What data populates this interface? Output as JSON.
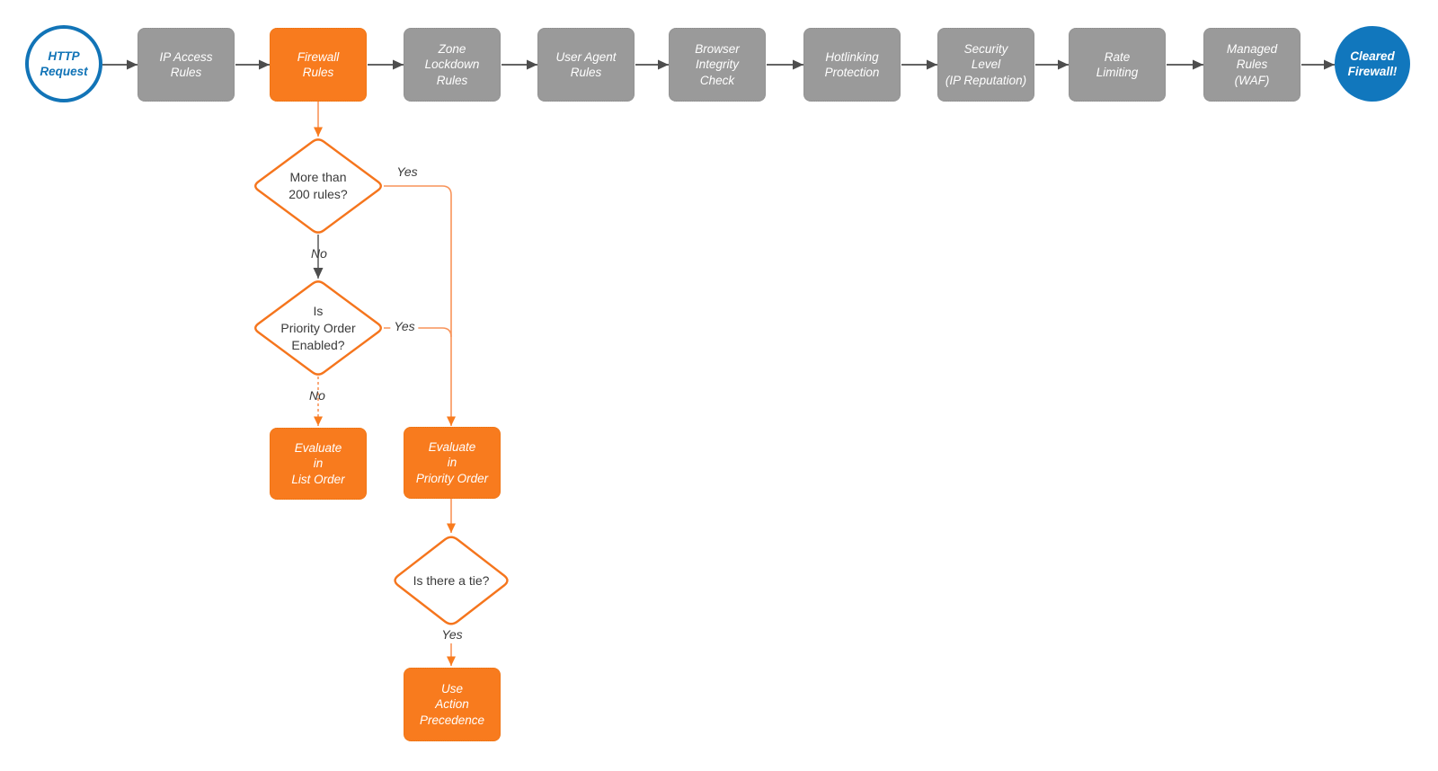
{
  "colors": {
    "accent_orange": "#F87B1E",
    "connector_orange": "#F8945A",
    "node_gray": "#9A9A9A",
    "arrow_gray": "#4D4D4D",
    "brand_blue": "#1274B7",
    "end_circle_blue": "#1177BD",
    "text_dark": "#3A3A3A"
  },
  "pipeline": {
    "nodes": [
      {
        "id": "http-request",
        "label": "HTTP\nRequest"
      },
      {
        "id": "ip-access-rules",
        "label": "IP Access\nRules"
      },
      {
        "id": "firewall-rules",
        "label": "Firewall\nRules"
      },
      {
        "id": "zone-lockdown-rules",
        "label": "Zone\nLockdown\nRules"
      },
      {
        "id": "user-agent-rules",
        "label": "User Agent\nRules"
      },
      {
        "id": "browser-integrity-check",
        "label": "Browser\nIntegrity\nCheck"
      },
      {
        "id": "hotlinking-protection",
        "label": "Hotlinking\nProtection"
      },
      {
        "id": "security-level",
        "label": "Security\nLevel\n(IP Reputation)"
      },
      {
        "id": "rate-limiting",
        "label": "Rate\nLimiting"
      },
      {
        "id": "managed-rules-waf",
        "label": "Managed\nRules\n(WAF)"
      },
      {
        "id": "cleared-firewall",
        "label": "Cleared\nFirewall!"
      }
    ]
  },
  "branch": {
    "decision_more_than_200": {
      "label": "More than\n200 rules?",
      "yes_label": "Yes",
      "no_label": "No"
    },
    "decision_priority_enabled": {
      "label": "Is\nPriority Order\nEnabled?",
      "yes_label": "Yes",
      "no_label": "No"
    },
    "decision_tie": {
      "label": "Is there a tie?",
      "yes_label": "Yes"
    },
    "action_list_order": {
      "label": "Evaluate\nin\nList Order"
    },
    "action_priority_order": {
      "label": "Evaluate\nin\nPriority Order"
    },
    "action_precedence": {
      "label": "Use\nAction\nPrecedence"
    }
  }
}
